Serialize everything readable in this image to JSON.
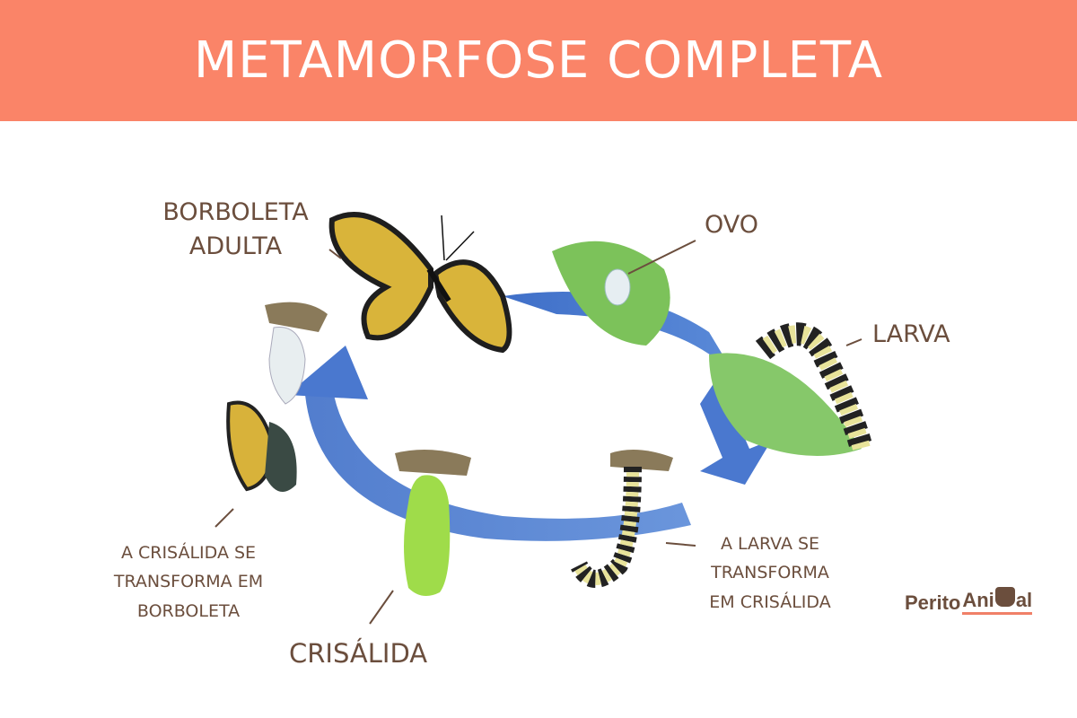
{
  "header": {
    "title": "METAMORFOSE COMPLETA"
  },
  "stages": {
    "adult": [
      "BORBOLETA",
      "ADULTA"
    ],
    "egg": "OVO",
    "larva": "LARVA",
    "larva_to_pupa": [
      "A LARVA SE",
      "TRANSFORMA",
      "EM CRISÁLIDA"
    ],
    "pupa_to_adult": [
      "A CRISÁLIDA SE",
      "TRANSFORMA EM",
      "BORBOLETA"
    ],
    "pupa": "CRISÁLIDA"
  },
  "logo": {
    "part1": "Perito",
    "part2": "Ani",
    "part3": "al",
    "text": "PeritoAnimal"
  },
  "colors": {
    "header": "#fa8468",
    "text": "#6b4e3d",
    "arrow": "#4a78cf"
  }
}
